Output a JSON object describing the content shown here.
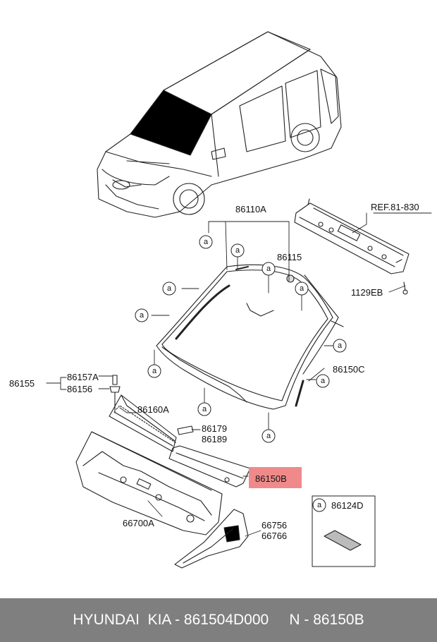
{
  "labels": {
    "p86110A": "86110A",
    "ref": "REF.81-830",
    "p86115": "86115",
    "p1129EB": "1129EB",
    "p86150C": "86150C",
    "p86155": "86155",
    "p86157A": "86157A",
    "p86156": "86156",
    "p86160A": "86160A",
    "p86179": "86179",
    "p86189": "86189",
    "p86150B": "86150B",
    "p66700A": "66700A",
    "p66756": "66756",
    "p66766": "66766",
    "p86124D": "86124D"
  },
  "callout_letter": "a",
  "highlight_color": "#f08a8a",
  "footer": {
    "text": "HYUNDAI  KIA - 861504D000     N - 86150B"
  }
}
